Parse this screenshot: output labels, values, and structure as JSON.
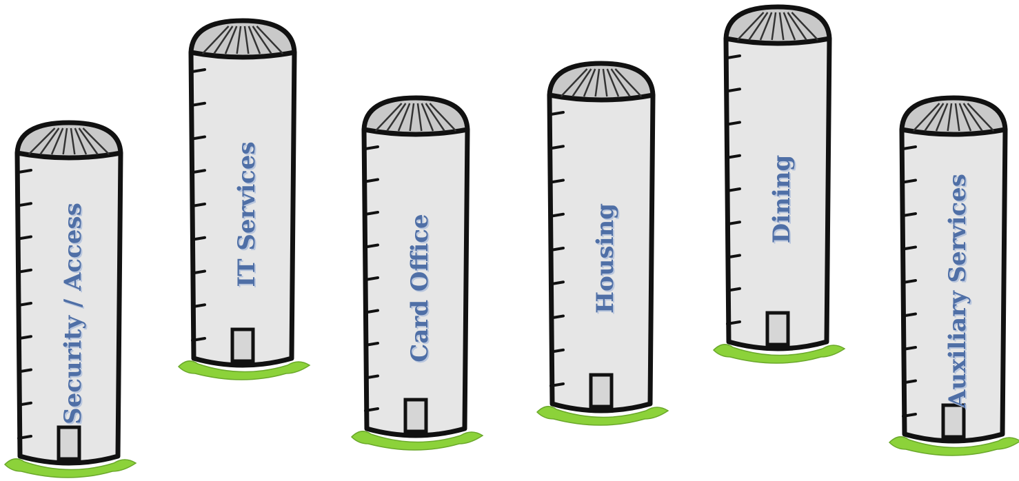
{
  "colors": {
    "background": "#ffffff",
    "silo_body": "#e6e6e6",
    "silo_outline": "#111111",
    "dome_fill": "#c9c9c9",
    "dome_rib": "#333333",
    "grass": "#8cd23a",
    "label_text": "#4f6fa6",
    "label_shadow": "#b9c6dd",
    "door_fill": "#d6d6d6"
  },
  "silos": [
    {
      "id": "security-access",
      "label": "Security / Access"
    },
    {
      "id": "it-services",
      "label": "IT Services"
    },
    {
      "id": "card-office",
      "label": "Card Office"
    },
    {
      "id": "housing",
      "label": "Housing"
    },
    {
      "id": "dining",
      "label": "Dining"
    },
    {
      "id": "auxiliary-services",
      "label": "Auxiliary Services"
    }
  ]
}
